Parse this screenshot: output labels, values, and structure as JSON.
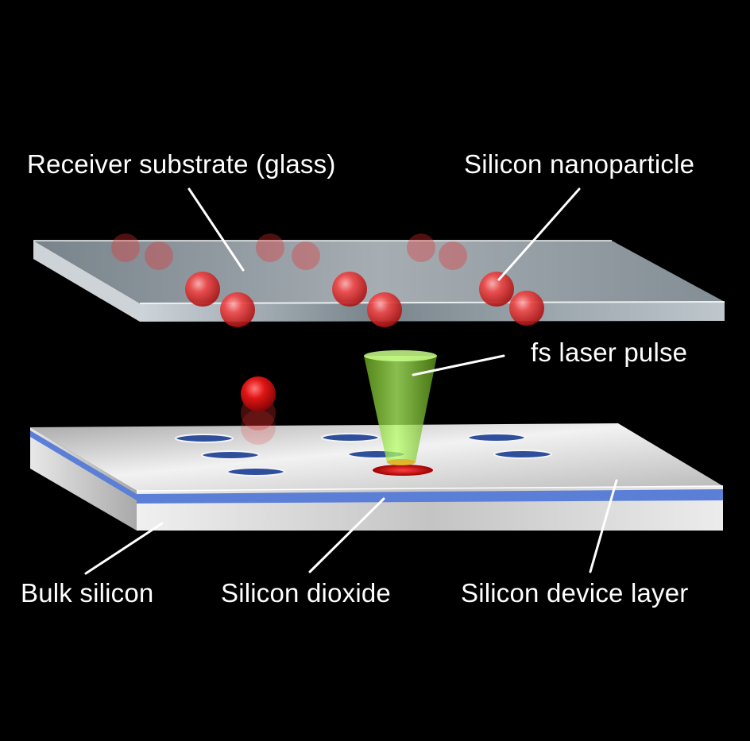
{
  "labels": {
    "receiver_substrate": "Receiver substrate (glass)",
    "silicon_nanoparticle": "Silicon nanoparticle",
    "fs_laser_pulse": "fs laser pulse",
    "bulk_silicon": "Bulk silicon",
    "silicon_dioxide": "Silicon dioxide",
    "silicon_device_layer": "Silicon device layer"
  },
  "colors": {
    "background": "#000000",
    "glass": "#b8c4cc",
    "silicon": "#d8d8d8",
    "oxide": "#5b7fd6",
    "nanoparticle": "#e52020",
    "laser": "#9cf03a",
    "leader_line": "#ffffff"
  }
}
